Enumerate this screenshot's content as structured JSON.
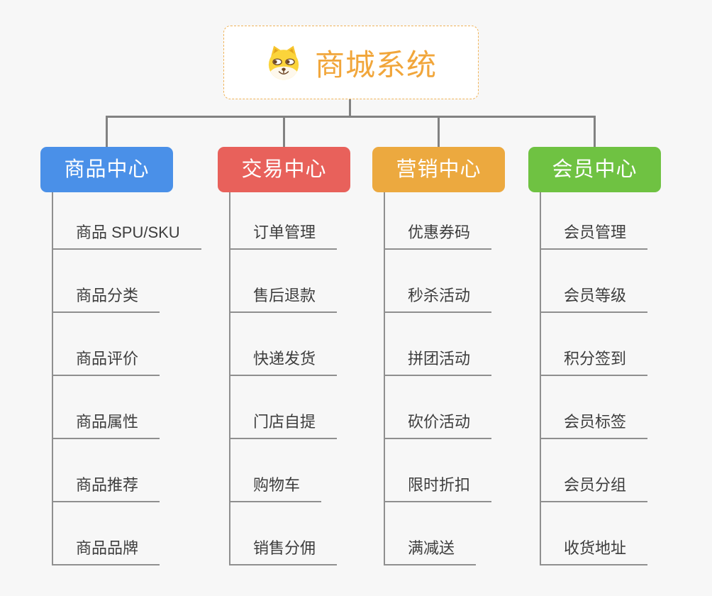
{
  "page": {
    "background": "#F7F7F7",
    "connector_color": "#828282"
  },
  "root": {
    "title": "商城系统",
    "title_color": "#F1A63B",
    "border_color": "#F0B45A",
    "icon": "doge-icon"
  },
  "branches": [
    {
      "label": "商品中心",
      "color": "#4A90E8",
      "children": [
        "商品 SPU/SKU",
        "商品分类",
        "商品评价",
        "商品属性",
        "商品推荐",
        "商品品牌"
      ]
    },
    {
      "label": "交易中心",
      "color": "#E8615B",
      "children": [
        "订单管理",
        "售后退款",
        "快递发货",
        "门店自提",
        "购物车",
        "销售分佣"
      ]
    },
    {
      "label": "营销中心",
      "color": "#ECA93F",
      "children": [
        "优惠券码",
        "秒杀活动",
        "拼团活动",
        "砍价活动",
        "限时折扣",
        "满减送"
      ]
    },
    {
      "label": "会员中心",
      "color": "#6FC242",
      "children": [
        "会员管理",
        "会员等级",
        "积分签到",
        "会员标签",
        "会员分组",
        "收货地址"
      ]
    }
  ]
}
